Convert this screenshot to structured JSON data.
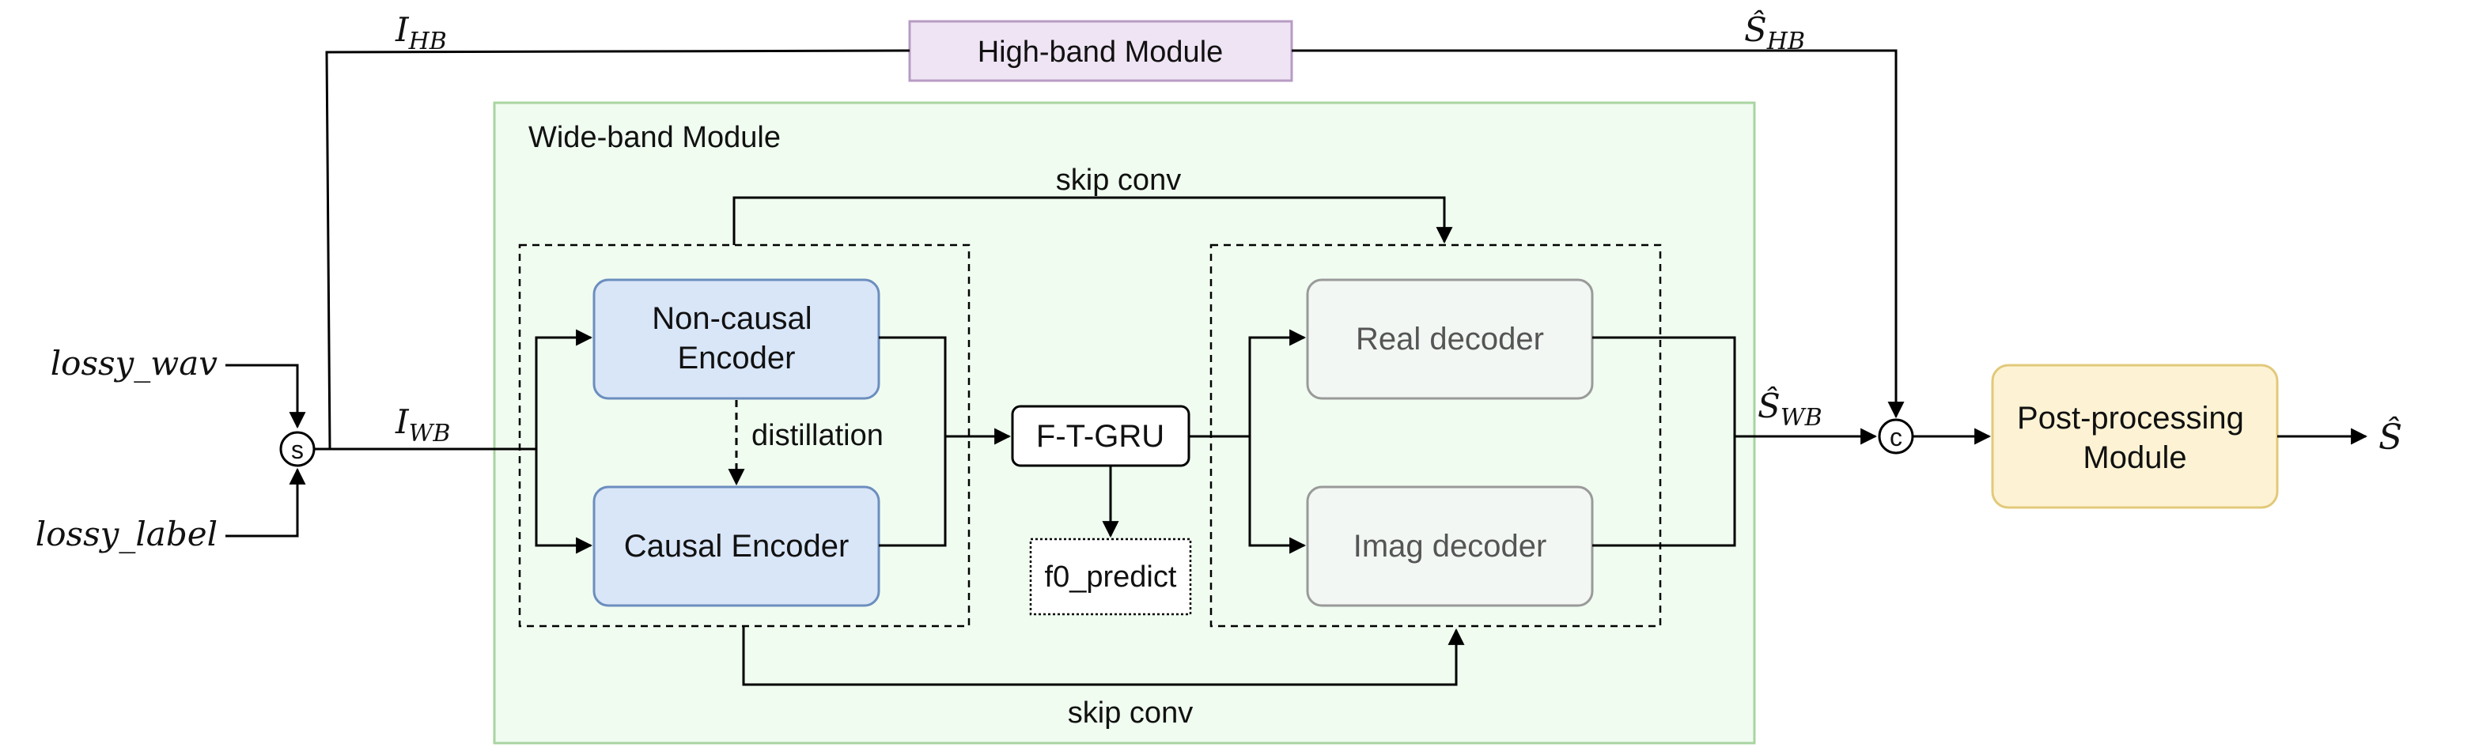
{
  "modules": {
    "high_band": "High-band Module",
    "wide_band": "Wide-band Module",
    "post_processing": [
      "Post-processing",
      "Module"
    ]
  },
  "encoders": {
    "non_causal": [
      "Non-causal",
      "Encoder"
    ],
    "causal": "Causal Encoder",
    "distillation": "distillation"
  },
  "core": {
    "gru": "F-T-GRU",
    "f0": "f0_predict"
  },
  "decoders": {
    "real": "Real decoder",
    "imag": "Imag decoder"
  },
  "skip": {
    "top": "skip conv",
    "bottom": "skip conv"
  },
  "inputs": {
    "wav": "lossy_wav",
    "label": "lossy_label"
  },
  "nodes": {
    "split": "s",
    "concat": "c"
  },
  "signals": {
    "i_hb": {
      "base": "I",
      "sub": "HB"
    },
    "i_wb": {
      "base": "I",
      "sub": "WB"
    },
    "s_hb": {
      "base": "Ŝ",
      "sub": "HB"
    },
    "s_wb": {
      "base": "Ŝ",
      "sub": "WB"
    },
    "s_out": "Ŝ"
  },
  "colors": {
    "wide_band_fill": "#f0fcf0",
    "wide_band_stroke": "#a8d4a0",
    "high_band_fill": "#efe4f3",
    "high_band_stroke": "#b79cc4",
    "encoder_fill": "#d9e6f8",
    "encoder_stroke": "#6c8ebf",
    "decoder_fill": "#f2f7f3",
    "decoder_stroke": "#9a9a9a",
    "post_fill": "#fdf3d4",
    "post_stroke": "#e2c97a",
    "line": "#000000"
  }
}
